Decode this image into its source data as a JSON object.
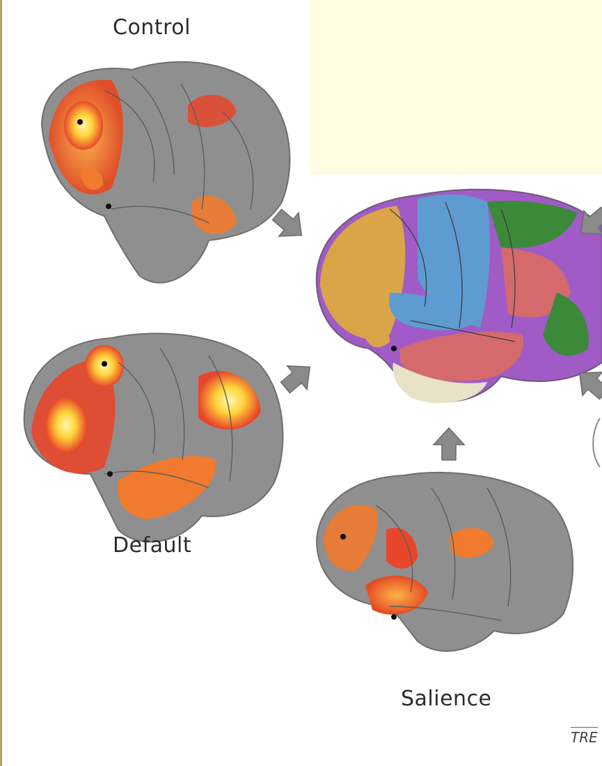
{
  "networks": {
    "control": "Control",
    "default": "Default",
    "salience": "Salience"
  },
  "footer": {
    "tag": "TRE"
  },
  "colors": {
    "cortex_gray": "#8f8f8f",
    "activation_red": "#e8462a",
    "activation_orange": "#f07a2e",
    "activation_yellow": "#ffe04a",
    "parcel_blue": "#5d9bd1",
    "parcel_purple": "#a05bc6",
    "parcel_green": "#3a8a3a",
    "parcel_gold": "#d9a548",
    "parcel_pink": "#d56a6c",
    "arrow_gray": "#8a8a8a",
    "note_bg": "#fffde2"
  },
  "icons": [
    "arrow-icon"
  ]
}
